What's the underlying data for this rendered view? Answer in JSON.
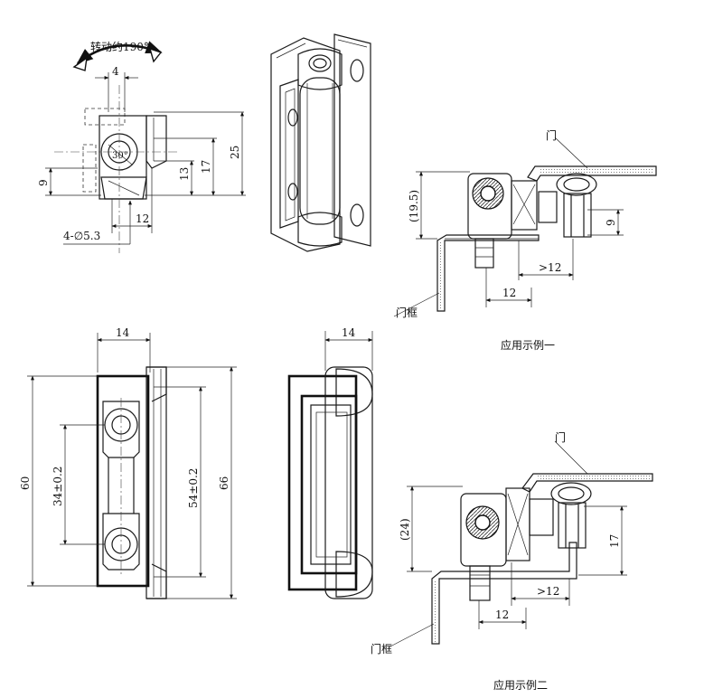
{
  "side_view": {
    "rotation_label": "转动约190°",
    "dim_4": "4",
    "dim_25": "25",
    "dim_17": "17",
    "dim_13": "13",
    "dim_9": "9",
    "dim_12": "12",
    "dim_30deg": "30°",
    "hole_label": "4-∅5.3"
  },
  "front_view": {
    "dim_14": "14",
    "dim_60": "60",
    "dim_34": "34±0.2",
    "dim_54": "54±0.2",
    "dim_66": "66"
  },
  "back_view": {
    "dim_14": "14"
  },
  "example1": {
    "door_label": "门",
    "frame_label": "门框",
    "dim_195": "(19.5)",
    "dim_gt12": ">12",
    "dim_12": "12",
    "dim_9": "9",
    "caption": "应用示例一"
  },
  "example2": {
    "door_label": "门",
    "frame_label": "门框",
    "dim_24": "(24)",
    "dim_gt12": ">12",
    "dim_12": "12",
    "dim_17": "17",
    "caption": "应用示例二"
  }
}
